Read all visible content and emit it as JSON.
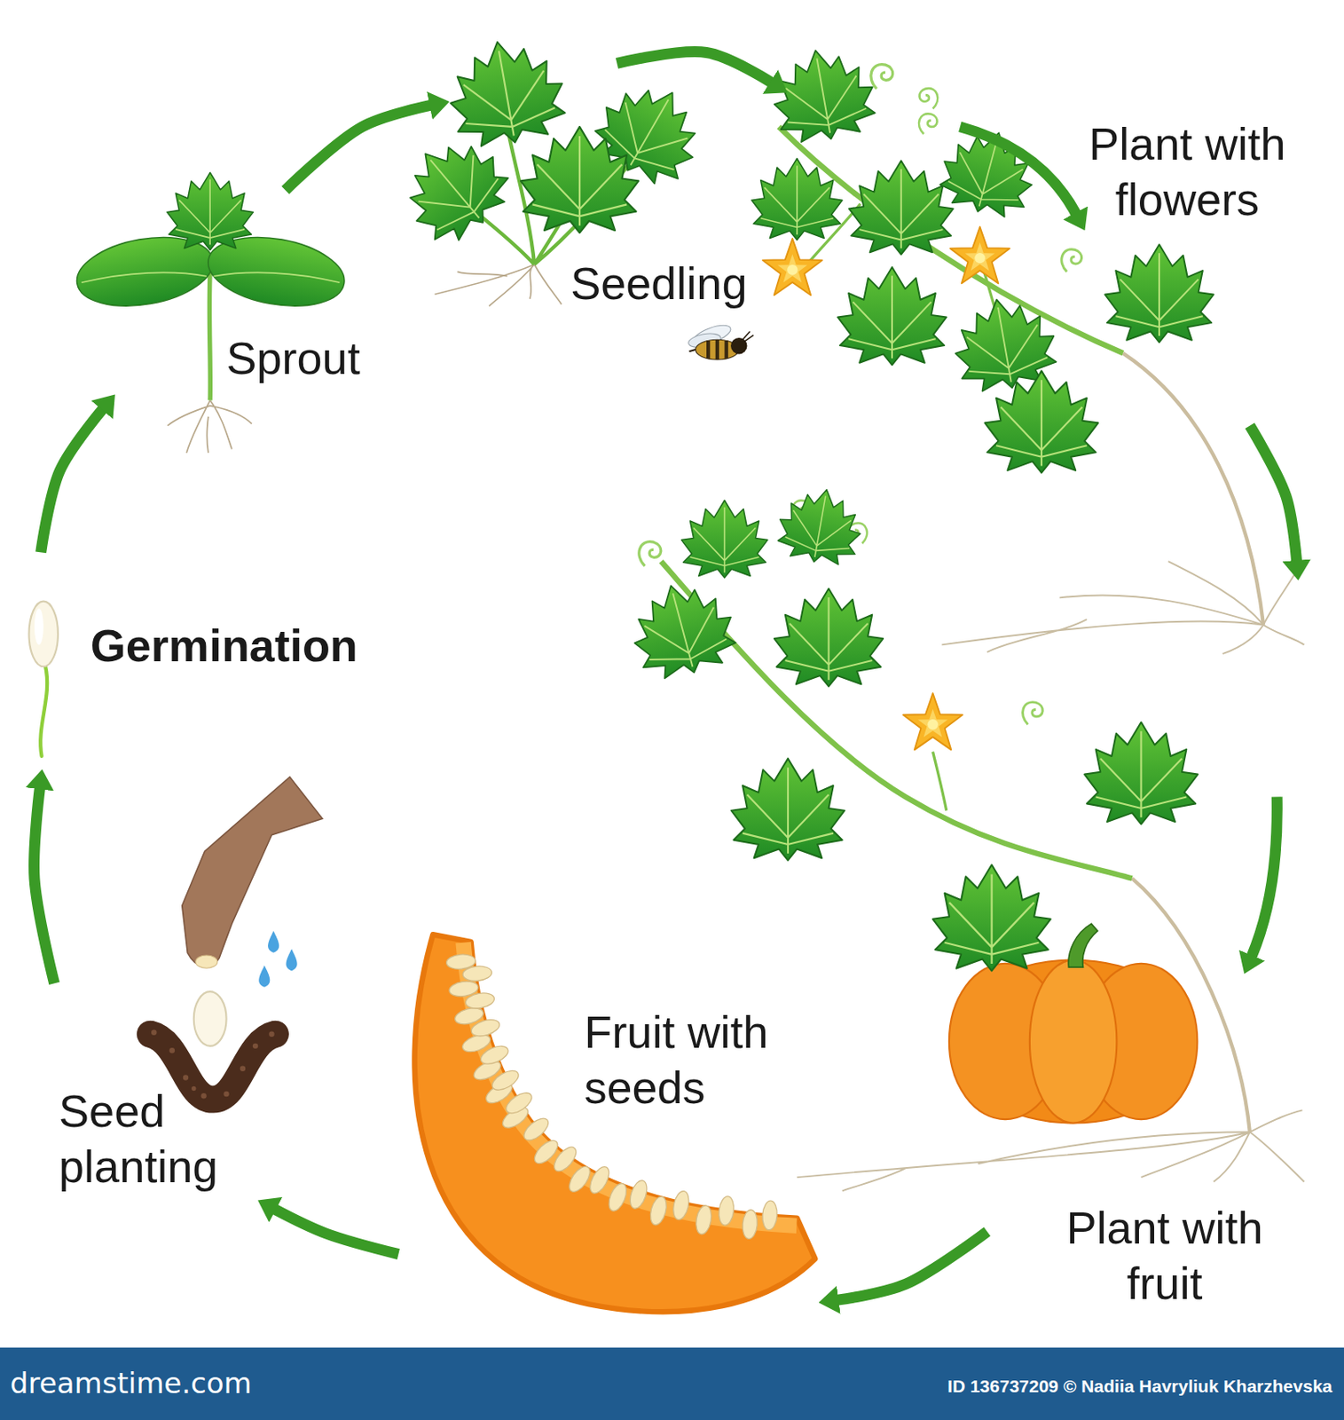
{
  "diagram": {
    "nodes": [
      {
        "text": [
          "Sprout"
        ]
      },
      {
        "text": [
          "Seedling"
        ]
      },
      {
        "text": [
          "Plant with flowers"
        ]
      },
      {
        "text": [
          "Plant with fruit"
        ]
      },
      {
        "text": [
          "Fruit with seeds"
        ]
      },
      {
        "text": [
          "Seed planting"
        ]
      },
      {
        "text": [
          "Germination"
        ]
      }
    ],
    "edges": [
      {
        "from": 0,
        "to": 1,
        "arrow": "to"
      },
      {
        "from": 1,
        "to": 2,
        "arrow": "to"
      },
      {
        "from": 2,
        "to": 3,
        "arrow": "to"
      },
      {
        "from": 3,
        "to": 4,
        "arrow": "to"
      },
      {
        "from": 4,
        "to": 5,
        "arrow": "to"
      },
      {
        "from": 5,
        "to": 6,
        "arrow": "to"
      },
      {
        "from": 6,
        "to": 0,
        "arrow": "to"
      }
    ],
    "labels": [
      "dreamstime.com",
      "ID 136737209 © Nadiia Havryliuk Kharzhevska"
    ]
  }
}
